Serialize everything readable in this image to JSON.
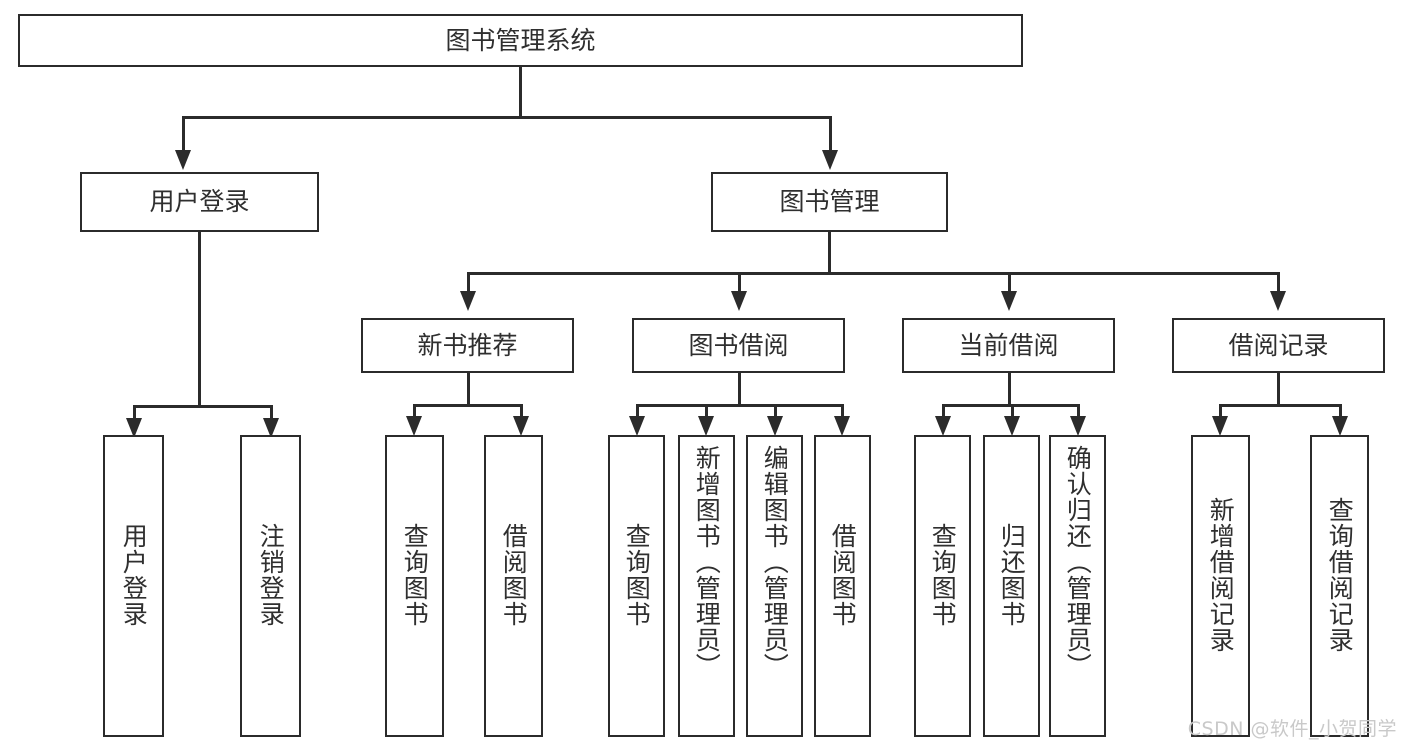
{
  "diagram": {
    "title_node": {
      "label": "图书管理系统"
    },
    "level2": [
      {
        "id": "user-login",
        "label": "用户登录"
      },
      {
        "id": "book-management",
        "label": "图书管理"
      }
    ],
    "level3": [
      {
        "id": "new-book-recommend",
        "label": "新书推荐"
      },
      {
        "id": "book-borrow",
        "label": "图书借阅"
      },
      {
        "id": "current-borrow",
        "label": "当前借阅"
      },
      {
        "id": "borrow-record",
        "label": "借阅记录"
      }
    ],
    "leaves": {
      "user_login": [
        {
          "id": "leaf-user-login",
          "label": "用户登录"
        },
        {
          "id": "leaf-logout",
          "label": "注销登录"
        }
      ],
      "new_book_recommend": [
        {
          "id": "leaf-query-book-1",
          "label": "查询图书"
        },
        {
          "id": "leaf-borrow-book-1",
          "label": "借阅图书"
        }
      ],
      "book_borrow": [
        {
          "id": "leaf-query-book-2",
          "label": "查询图书"
        },
        {
          "id": "leaf-add-book",
          "label": "新增图书（管理员）"
        },
        {
          "id": "leaf-edit-book",
          "label": "编辑图书（管理员）"
        },
        {
          "id": "leaf-borrow-book-2",
          "label": "借阅图书"
        }
      ],
      "current_borrow": [
        {
          "id": "leaf-query-book-3",
          "label": "查询图书"
        },
        {
          "id": "leaf-return-book",
          "label": "归还图书"
        },
        {
          "id": "leaf-confirm-return",
          "label": "确认归还（管理员）"
        }
      ],
      "borrow_record": [
        {
          "id": "leaf-add-record",
          "label": "新增借阅记录"
        },
        {
          "id": "leaf-query-record",
          "label": "查询借阅记录"
        }
      ]
    }
  },
  "watermark": {
    "text": "CSDN @软件_小贺同学"
  },
  "colors": {
    "border": "#2b2b2b",
    "text": "#2f2f2f",
    "background": "#ffffff",
    "watermark": "#c9c9c9"
  }
}
